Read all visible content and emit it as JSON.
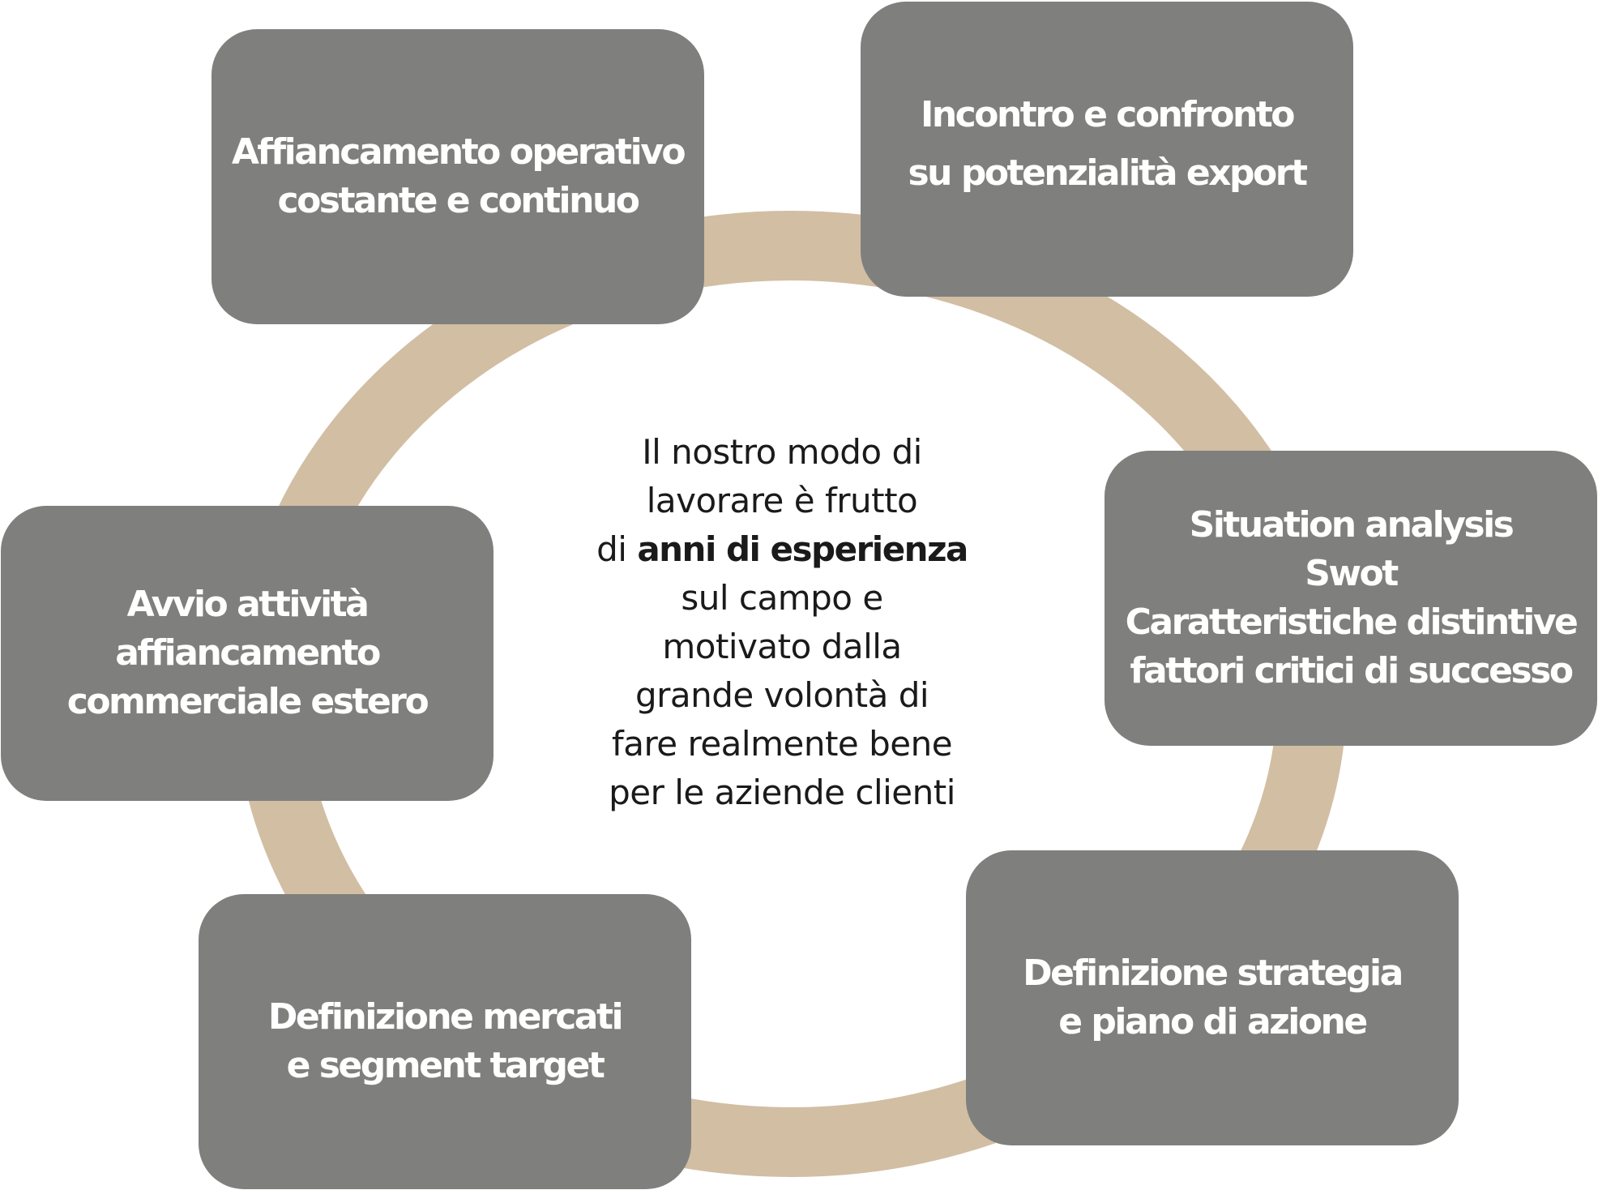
{
  "ring": {
    "color": "#d2bea3"
  },
  "box": {
    "color": "#7f807e",
    "text_color": "#ffffff"
  },
  "steps": [
    {
      "lines": [
        "Incontro e confronto",
        "su potenzialità export"
      ]
    },
    {
      "lines": [
        "Situation analysis",
        "Swot",
        "Caratteristiche distintive",
        "fattori critici di successo"
      ]
    },
    {
      "lines": [
        "Definizione strategia",
        "e piano di azione"
      ]
    },
    {
      "lines": [
        "Definizione mercati",
        "e segment target"
      ]
    },
    {
      "lines": [
        "Avvio attività",
        "affiancamento",
        "commerciale estero"
      ]
    },
    {
      "lines": [
        "Affiancamento operativo",
        "costante e continuo"
      ]
    }
  ],
  "center": {
    "l1": "Il nostro modo di",
    "l2": "lavorare è frutto",
    "l3_pre": "di ",
    "l3_bold": "anni di esperienza",
    "l4": "sul campo e",
    "l5": "motivato dalla",
    "l6": "grande volontà di",
    "l7": "fare realmente bene",
    "l8": "per le aziende clienti"
  }
}
